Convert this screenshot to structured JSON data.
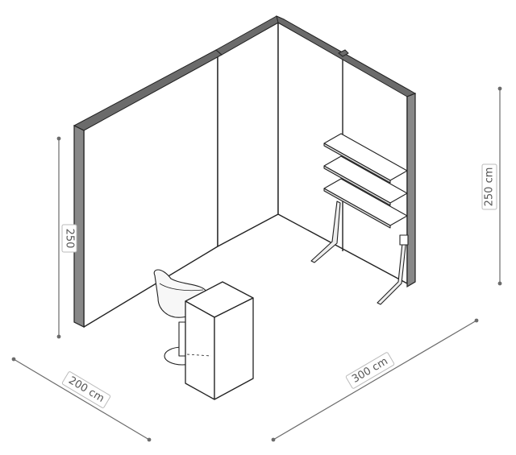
{
  "dimensions": {
    "left_height": "250",
    "right_height": "250 cm",
    "depth": "200 cm",
    "width": "300 cm"
  },
  "colors": {
    "line": "#222222",
    "wall_top": "#6b6b6b",
    "wall_face": "#ffffff",
    "dimension_line": "#6b6b6b",
    "dimension_text": "#555555",
    "label_border": "#bbbbbb"
  }
}
